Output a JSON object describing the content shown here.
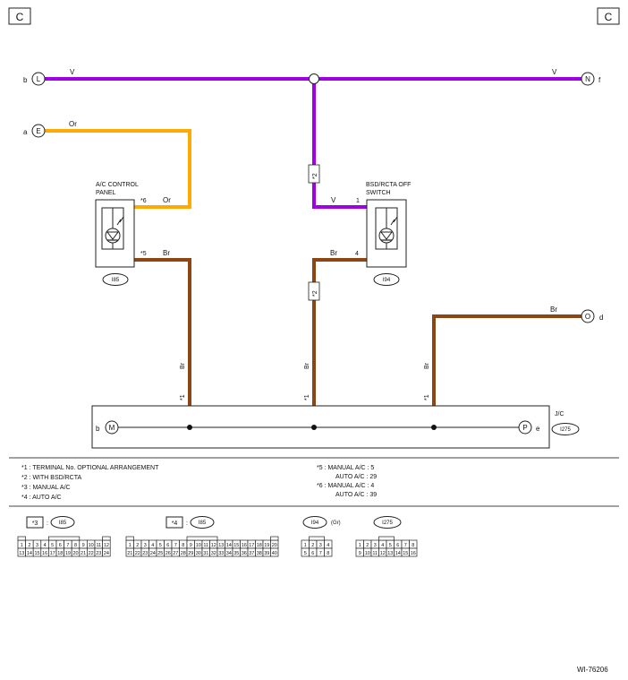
{
  "corner_labels": {
    "left": "C",
    "right": "C"
  },
  "colors": {
    "violet": "#a000e6",
    "orange": "#ffaa00",
    "brown": "#8c4513",
    "ground": "#222222"
  },
  "wires": {
    "top_left_color": "V",
    "top_right_color": "V",
    "orange_color": "Or",
    "ac_out_color": "Or",
    "ac_br_color": "Br",
    "bsd_in_color": "V",
    "bsd_br_color": "Br",
    "right_br_color": "Br",
    "vert_br_left": "Br",
    "vert_br_mid": "Br",
    "vert_br_right": "Br"
  },
  "connectors": {
    "L": {
      "letter": "L",
      "side": "b"
    },
    "E": {
      "letter": "E",
      "side": "a"
    },
    "N": {
      "letter": "N",
      "side": "f"
    },
    "O": {
      "letter": "O",
      "side": "d"
    },
    "M": {
      "letter": "M",
      "side": "b"
    },
    "P": {
      "letter": "P",
      "side": "e"
    }
  },
  "components": {
    "ac_panel": {
      "title_line1": "A/C CONTROL",
      "title_line2": "PANEL",
      "pin_top_mark": "*6",
      "pin_bottom_mark": "*5",
      "id": "I85"
    },
    "bsd_switch": {
      "title_line1": "BSD/RCTA OFF",
      "title_line2": "SWITCH",
      "pin_top": "1",
      "pin_bottom": "4",
      "id": "I94"
    },
    "jc": {
      "title": "J/C",
      "id": "I275"
    }
  },
  "marks": {
    "star2_upper": "*2",
    "star2_lower": "*2",
    "star1_left": "*1",
    "star1_mid": "*1",
    "star1_right": "*1"
  },
  "notes": {
    "left": [
      "*1 : TERMINAL No. OPTIONAL ARRANGEMENT",
      "*2 : WITH BSD/RCTA",
      "*3 : MANUAL A/C",
      "*4 : AUTO A/C"
    ],
    "right": [
      "*5 : MANUAL A/C : 5",
      "AUTO A/C : 29",
      "*6 : MANUAL A/C : 4",
      "AUTO A/C : 39"
    ]
  },
  "connector_views": {
    "c1": {
      "tag": "*3",
      "id": "I85"
    },
    "c2": {
      "tag": "*4",
      "id": "I85"
    },
    "c3": {
      "id": "I94",
      "color_note": "(Gr)"
    },
    "c4": {
      "id": "I275"
    }
  },
  "figure_code": "WI-76206"
}
